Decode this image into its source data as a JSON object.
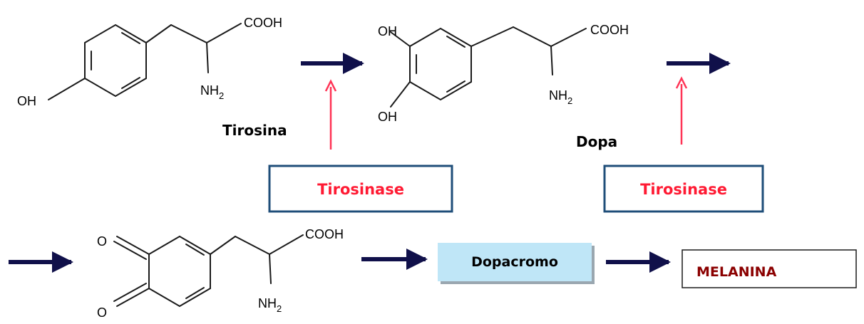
{
  "colors": {
    "bond": "#1a1a1a",
    "reaction_arrow": "#10104a",
    "enzyme_arrow": "#ff3355",
    "enzyme_text": "#ff1a33",
    "enzyme_border": "#1f4e79",
    "dopacromo_fill": "#bfe6f7",
    "dopacromo_shadow": "#9aa7b0",
    "melanina_text": "#8b0000"
  },
  "tyrosine": {
    "cooh": "COOH",
    "nh2_main": "NH",
    "nh2_sub": "2",
    "oh": "OH",
    "name": "Tirosina"
  },
  "dopa": {
    "oh_top": "OH",
    "oh_bottom": "OH",
    "cooh": "COOH",
    "nh2_main": "NH",
    "nh2_sub": "2",
    "name": "Dopa"
  },
  "dopaquinone": {
    "o_top": "O",
    "o_bottom": "O",
    "cooh": "COOH",
    "nh2_main": "NH",
    "nh2_sub": "2"
  },
  "enzymes": [
    {
      "label": "Tirosinase"
    },
    {
      "label": "Tirosinase"
    }
  ],
  "products": {
    "dopacromo": "Dopacromo",
    "melanina": "MELANINA"
  }
}
